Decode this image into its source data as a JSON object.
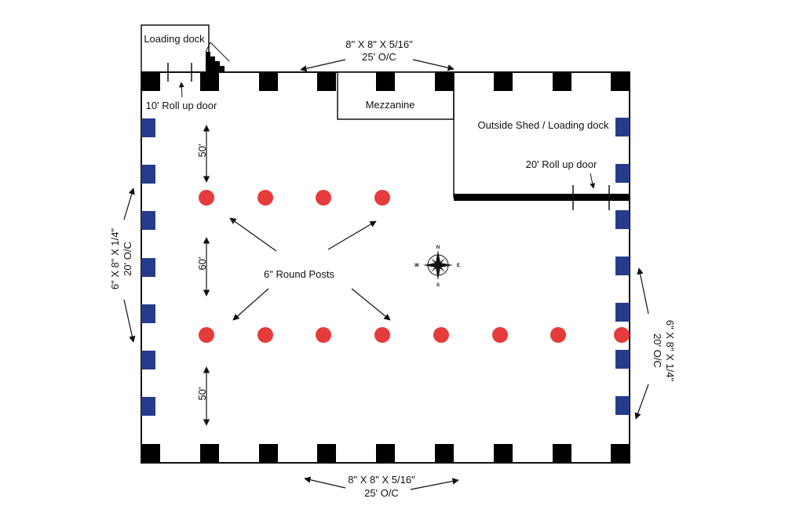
{
  "colors": {
    "wall": "#111111",
    "steel_column": "#000000",
    "side_column": "#253c8c",
    "round_post": "#e63b3b",
    "background": "#ffffff"
  },
  "labels": {
    "loading_dock": "Loading dock",
    "top_beam_line1": "8\" X 8\" X 5/16\"",
    "top_beam_line2": "25' O/C",
    "roll_door_10": "10' Roll up door",
    "mezzanine": "Mezzanine",
    "outside_shed": "Outside Shed / Loading dock",
    "roll_door_20": "20' Roll up door",
    "dim_top": "50'",
    "dim_middle": "60'",
    "dim_bottom": "50'",
    "round_posts": "6\" Round Posts",
    "left_beam_line1": "6\" X 8\" X 1/4\"",
    "left_beam_line2": "20' O/C",
    "right_beam_line1": "6\" X 8\" X 1/4\"",
    "right_beam_line2": "20' O/C",
    "bottom_beam_line1": "8\" X 8\" X 5/16\"",
    "bottom_beam_line2": "25' O/C"
  },
  "compass": {
    "north": "N",
    "south": "S",
    "east": "E",
    "west": "W",
    "icon": "compass-rose-icon"
  }
}
